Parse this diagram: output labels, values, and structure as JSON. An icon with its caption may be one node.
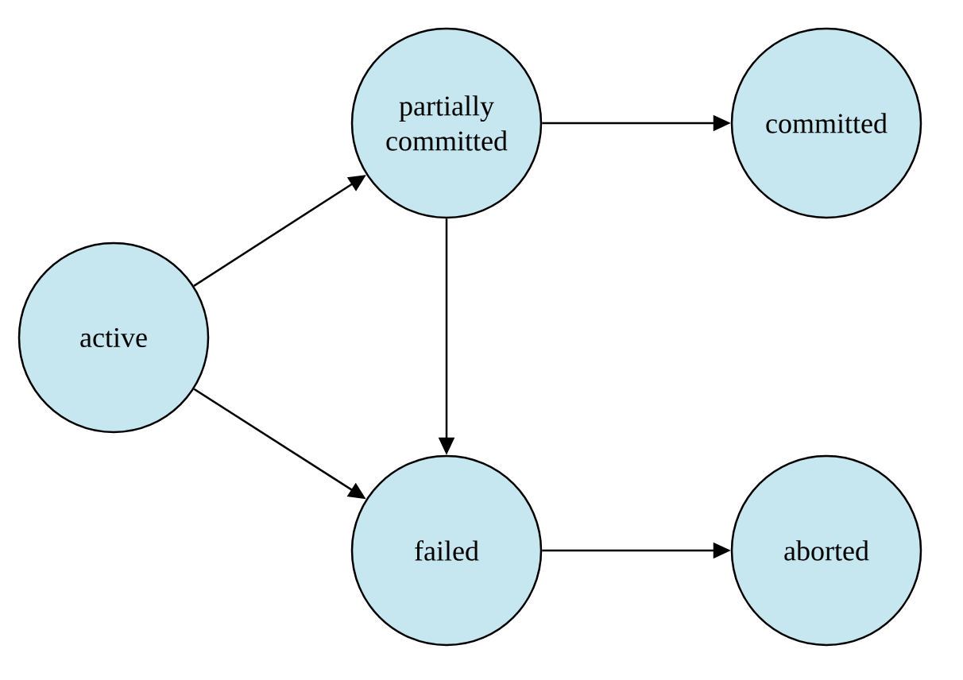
{
  "diagram": {
    "nodes": [
      {
        "text": [
          "active"
        ]
      },
      {
        "text": [
          "partially committed"
        ]
      },
      {
        "text": [
          "committed"
        ]
      },
      {
        "text": [
          "failed"
        ]
      },
      {
        "text": [
          "aborted"
        ]
      }
    ],
    "edges": [
      {
        "from": 0,
        "to": 1,
        "arrow": "to"
      },
      {
        "from": 0,
        "to": 3,
        "arrow": "to"
      },
      {
        "from": 1,
        "to": 2,
        "arrow": "to"
      },
      {
        "from": 1,
        "to": 3,
        "arrow": "to"
      },
      {
        "from": 3,
        "to": 4,
        "arrow": "to"
      }
    ]
  }
}
